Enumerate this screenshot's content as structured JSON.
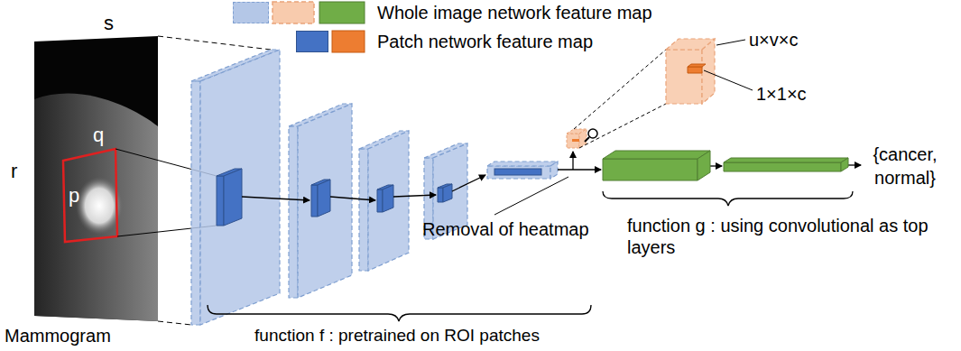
{
  "diagram": {
    "labels": [
      "s",
      "r",
      "q",
      "p",
      "Mammogram",
      "u×v×c",
      "1×1×c",
      "{cancer, normal}",
      "Removal of heatmap",
      "function g : using convolutional as top layers",
      "function f : pretrained on ROI patches"
    ],
    "legend": [
      {
        "text": "Whole image network feature map",
        "color": "#b4c7e7"
      },
      {
        "text": "Patch network feature map",
        "color": "#4472c4"
      }
    ]
  }
}
